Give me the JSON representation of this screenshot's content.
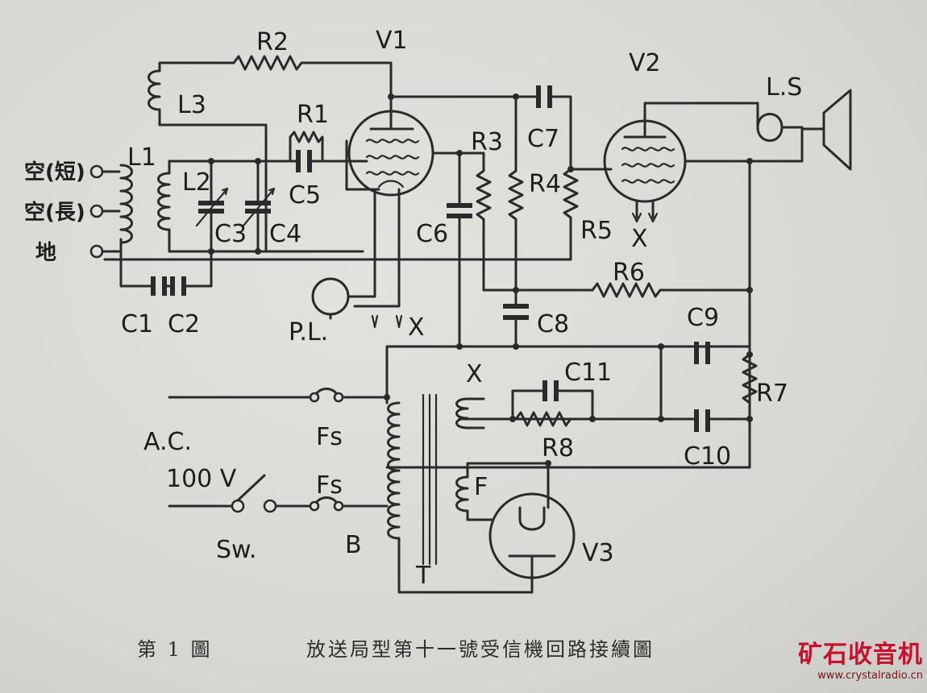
{
  "labels": {
    "R2": "R2",
    "V1": "V1",
    "V2": "V2",
    "L3": "L3",
    "L1": "L1",
    "L2": "L2",
    "R1": "R1",
    "C5": "C5",
    "C3": "C3",
    "C4": "C4",
    "R3": "R3",
    "C7": "C7",
    "R4": "R4",
    "R5": "R5",
    "C6": "C6",
    "LS": "L.S",
    "X": "X",
    "R6": "R6",
    "C1": "C1",
    "C2": "C2",
    "PL": "P.L.",
    "C8": "C8",
    "C9": "C9",
    "R7": "R7",
    "C10": "C10",
    "C11": "C11",
    "R8": "R8",
    "AC": "A.C.",
    "V100": "100 V",
    "Fs": "Fs",
    "Sw": "Sw.",
    "B": "B",
    "T": "T",
    "F": "F",
    "V3": "V3"
  },
  "antenna": {
    "short": "空(短)",
    "long": "空(長)",
    "ground": "地"
  },
  "caption": {
    "figure": "第 1 圖",
    "title": "放送局型第十一號受信機回路接續圖"
  },
  "watermark": {
    "brand": "矿石收音机",
    "url": "www.crystalradio.cn",
    "color": "#c8102e"
  }
}
